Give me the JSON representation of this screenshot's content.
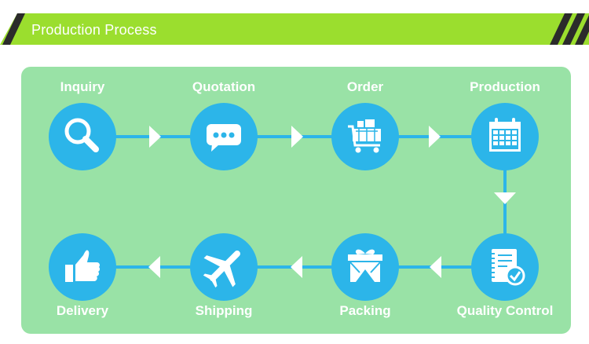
{
  "header": {
    "title": "Production Process"
  },
  "colors": {
    "banner_green": "#9bde2e",
    "panel_green": "#99e2a6",
    "node_blue": "#2cb5e9",
    "text_white": "#ffffff",
    "slash_dark": "#2b2b2b"
  },
  "steps": [
    {
      "label": "Inquiry",
      "icon": "magnifier-icon"
    },
    {
      "label": "Quotation",
      "icon": "chat-bubble-icon"
    },
    {
      "label": "Order",
      "icon": "shopping-cart-icon"
    },
    {
      "label": "Production",
      "icon": "calendar-icon"
    },
    {
      "label": "Quality Control",
      "icon": "notebook-check-icon"
    },
    {
      "label": "Packing",
      "icon": "gift-box-icon"
    },
    {
      "label": "Shipping",
      "icon": "airplane-icon"
    },
    {
      "label": "Delivery",
      "icon": "thumbs-up-icon"
    }
  ]
}
